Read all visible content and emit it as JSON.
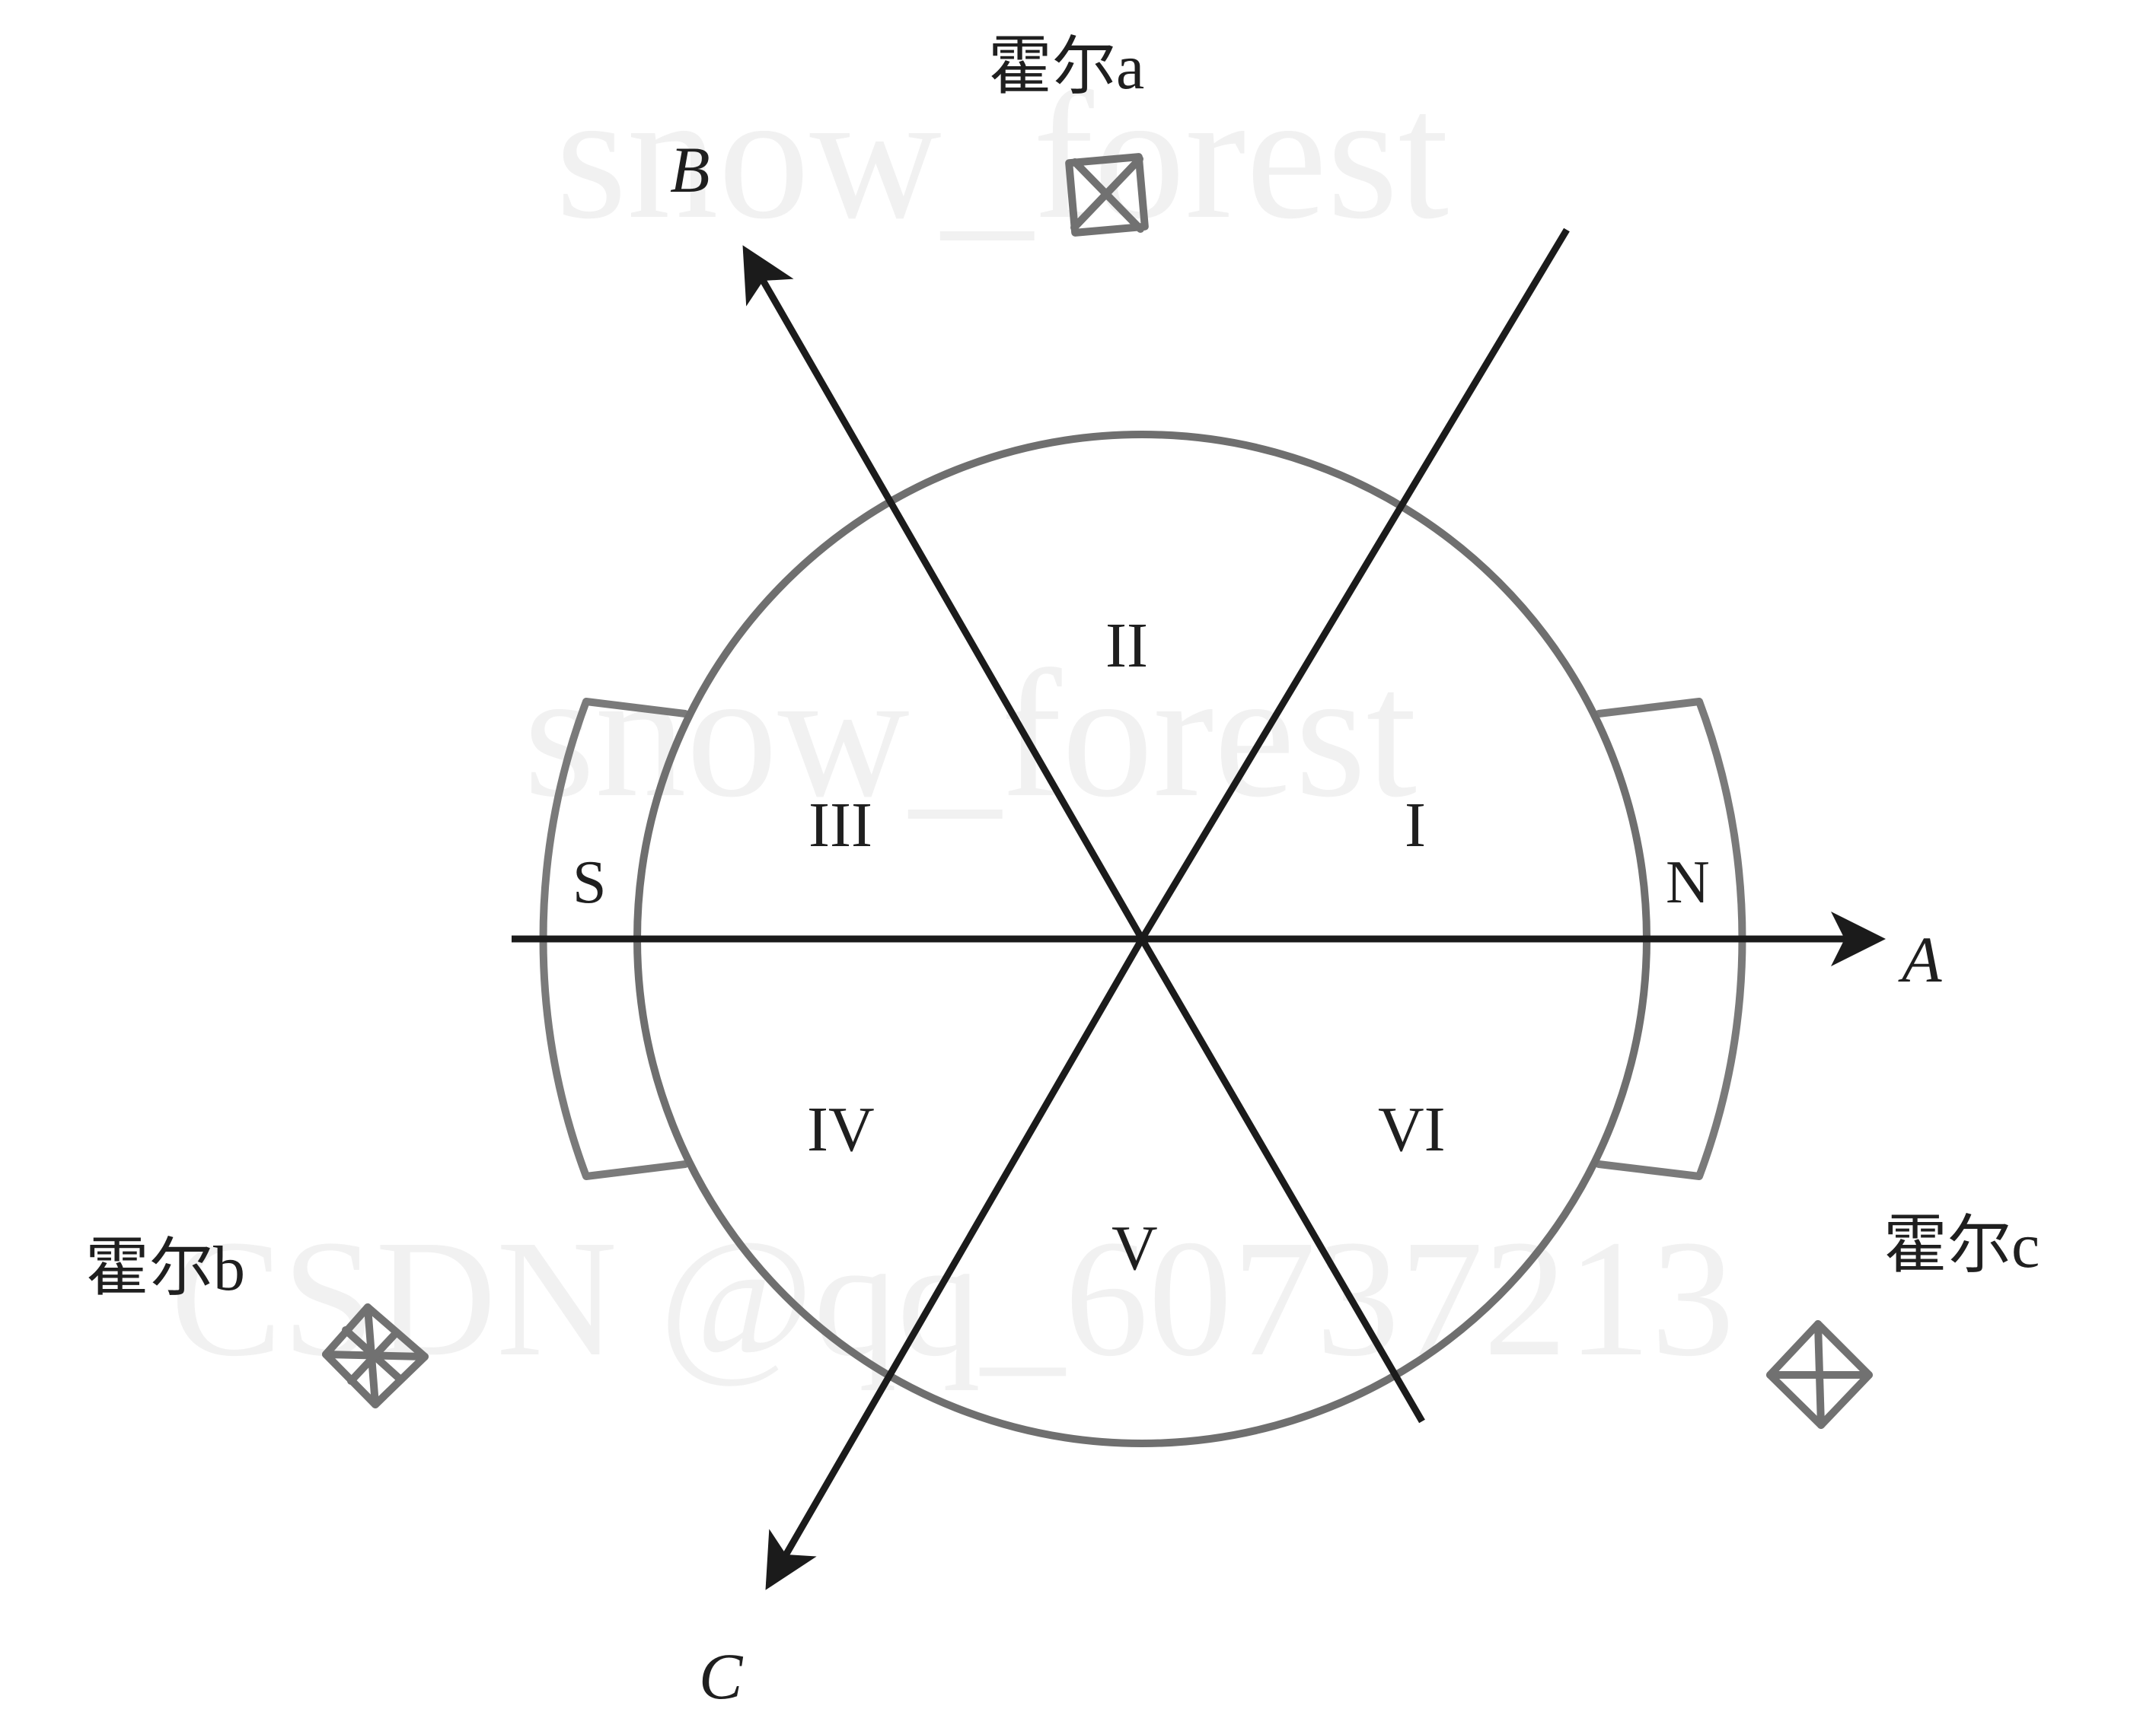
{
  "axes": {
    "a": "A",
    "b": "B",
    "c": "C"
  },
  "sectors": {
    "i": "I",
    "ii": "II",
    "iii": "III",
    "iv": "IV",
    "v": "V",
    "vi": "VI"
  },
  "poles": {
    "north": "N",
    "south": "S"
  },
  "hall_sensors": {
    "a": "霍尔a",
    "b": "霍尔b",
    "c": "霍尔c"
  },
  "watermarks": {
    "top": "snow_forest",
    "middle": "snow_forest",
    "bottom": "CSDN @qq_60737213"
  },
  "colors": {
    "background": "#ffffff",
    "axes": "#1b1b1b",
    "circle": "#6f6f6f",
    "sensor": "#717171",
    "watermark": "#d9d9d9"
  }
}
